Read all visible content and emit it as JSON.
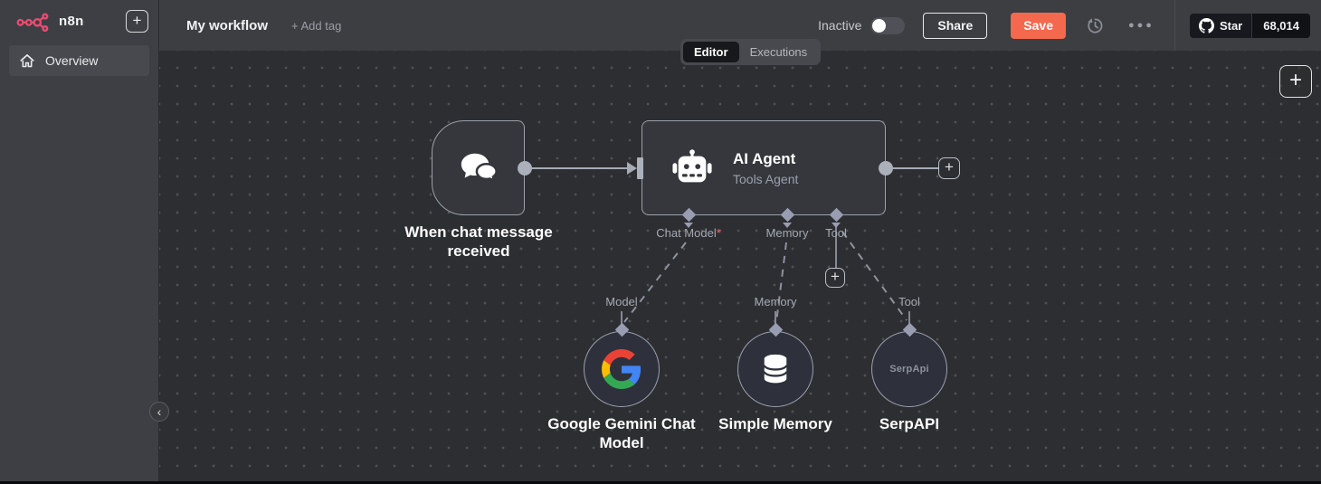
{
  "app": {
    "name": "n8n"
  },
  "sidebar": {
    "logo_text": "n8n",
    "overview_label": "Overview"
  },
  "header": {
    "workflow_title": "My workflow",
    "add_tag_label": "+ Add tag",
    "status_label": "Inactive",
    "share_label": "Share",
    "save_label": "Save",
    "github_star_label": "Star",
    "github_star_count": "68,014"
  },
  "tabs": {
    "editor_label": "Editor",
    "executions_label": "Executions"
  },
  "workflow": {
    "trigger": {
      "label": "When chat message received"
    },
    "agent": {
      "title": "AI Agent",
      "subtitle": "Tools Agent",
      "ports": [
        {
          "label": "Chat Model",
          "required": "*"
        },
        {
          "label": "Memory",
          "required": ""
        },
        {
          "label": "Tool",
          "required": ""
        }
      ]
    },
    "subnodes": [
      {
        "port_label": "Model",
        "label": "Google Gemini Chat Model",
        "icon": "google-logo"
      },
      {
        "port_label": "Memory",
        "label": "Simple Memory",
        "icon": "database-icon"
      },
      {
        "port_label": "Tool",
        "label": "SerpAPI",
        "badge": "SerpApi"
      }
    ]
  },
  "icons": [
    "n8n-logo-icon",
    "home-icon",
    "plus-icon",
    "chat-bubbles-icon",
    "robot-icon",
    "history-icon",
    "ellipsis-icon",
    "github-icon",
    "toggle-switch",
    "chevron-left-icon",
    "google-logo",
    "database-icon"
  ],
  "colors": {
    "accent_pink": "#ea4b71",
    "save_orange": "#f4694e",
    "required_red": "#ff5c5c",
    "canvas_bg": "#2d2e31",
    "panel_bg": "#3e3f44",
    "node_bg": "#35373d"
  }
}
